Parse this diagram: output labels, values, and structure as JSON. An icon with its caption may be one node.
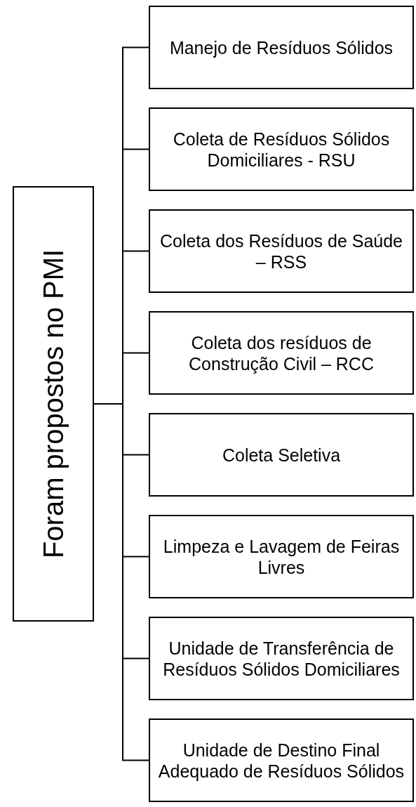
{
  "diagram": {
    "nodes": [
      {
        "text": [
          "Foram propostos no PMI"
        ]
      },
      {
        "text": [
          "Manejo de Resíduos Sólidos"
        ]
      },
      {
        "text": [
          "Coleta de Resíduos Sólidos Domiciliares - RSU"
        ]
      },
      {
        "text": [
          "Coleta dos Resíduos de Saúde – RSS"
        ]
      },
      {
        "text": [
          "Coleta dos resíduos de Construção Civil – RCC"
        ]
      },
      {
        "text": [
          "Coleta Seletiva"
        ]
      },
      {
        "text": [
          "Limpeza e Lavagem de Feiras Livres"
        ]
      },
      {
        "text": [
          "Unidade de Transferência de Resíduos Sólidos Domiciliares"
        ]
      },
      {
        "text": [
          "Unidade de Destino Final Adequado de Resíduos Sólidos"
        ]
      }
    ],
    "edges": [
      {
        "from": 0,
        "to": 1,
        "arrow": "none"
      },
      {
        "from": 0,
        "to": 2,
        "arrow": "none"
      },
      {
        "from": 0,
        "to": 3,
        "arrow": "none"
      },
      {
        "from": 0,
        "to": 4,
        "arrow": "none"
      },
      {
        "from": 0,
        "to": 5,
        "arrow": "none"
      },
      {
        "from": 0,
        "to": 6,
        "arrow": "none"
      },
      {
        "from": 0,
        "to": 7,
        "arrow": "none"
      },
      {
        "from": 0,
        "to": 8,
        "arrow": "none"
      }
    ]
  }
}
